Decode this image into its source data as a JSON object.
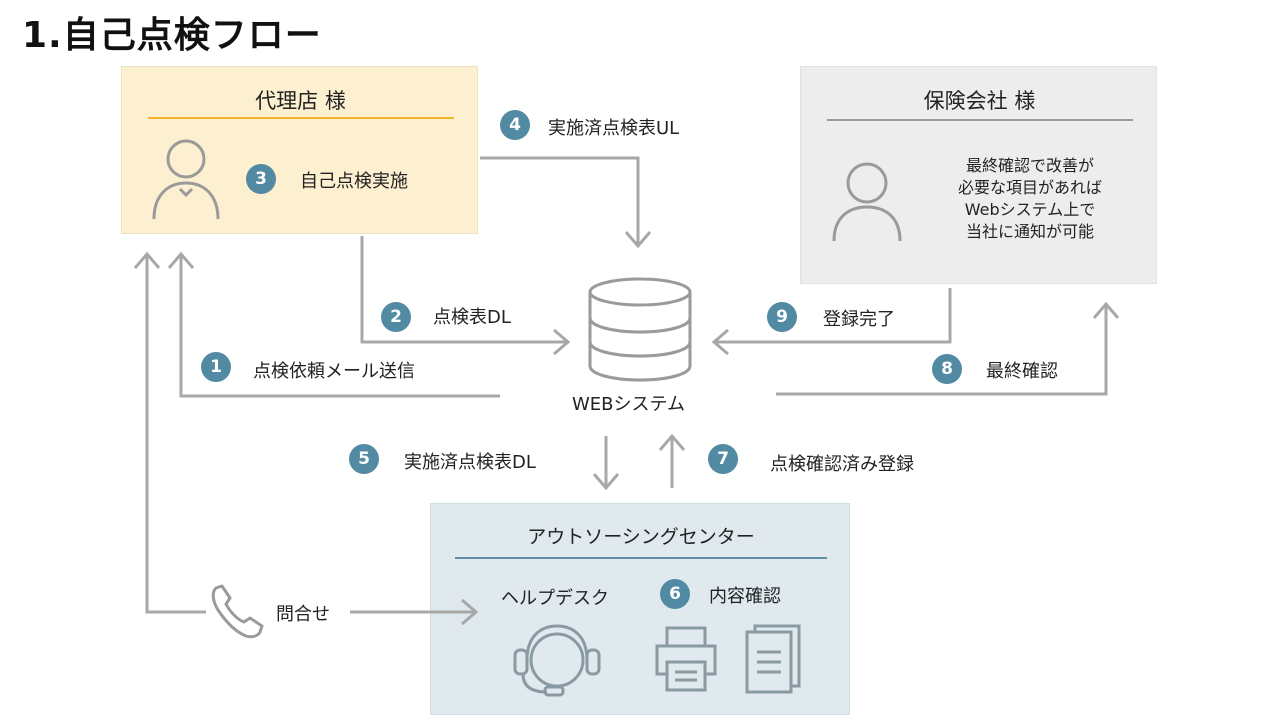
{
  "page": {
    "title": "1.自己点検フロー"
  },
  "agency": {
    "title": "代理店 様",
    "step_num": "3",
    "step_label": "自己点検実施"
  },
  "insurer": {
    "title": "保険会社 様",
    "note_lines": [
      "最終確認で改善が",
      "必要な項目があれば",
      "Webシステム上で",
      "当社に通知が可能"
    ]
  },
  "system": {
    "label": "WEBシステム"
  },
  "outsource": {
    "title": "アウトソーシングセンター",
    "helpdesk": "ヘルプデスク",
    "step_num": "6",
    "step_label": "内容確認"
  },
  "steps": {
    "s1": {
      "num": "1",
      "label": "点検依頼メール送信"
    },
    "s2": {
      "num": "2",
      "label": "点検表DL"
    },
    "s4": {
      "num": "4",
      "label": "実施済点検表UL"
    },
    "s5": {
      "num": "5",
      "label": "実施済点検表DL"
    },
    "s7": {
      "num": "7",
      "label": "点検確認済み登録"
    },
    "s8": {
      "num": "8",
      "label": "最終確認"
    },
    "s9": {
      "num": "9",
      "label": "登録完了"
    }
  },
  "inquiry": {
    "label": "問合せ"
  },
  "colors": {
    "agency_bg": "#fdf0d0",
    "agency_rule": "#f2b52b",
    "insurer_bg": "#ededed",
    "outsource_bg": "#dfe9ee",
    "outsource_rule": "#5f8ea6",
    "badge": "#5289a3",
    "line": "#a8a8a8"
  }
}
